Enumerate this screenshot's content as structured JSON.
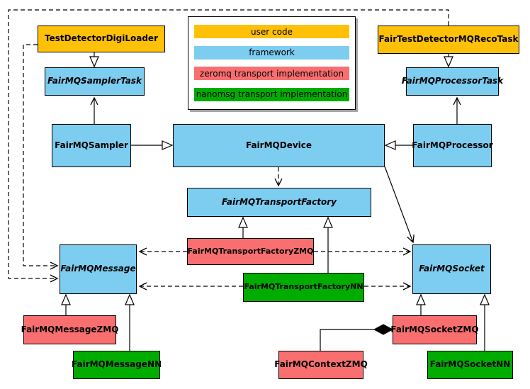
{
  "legend": {
    "items": [
      {
        "label": "user code",
        "color": "#FFC107",
        "category": "user-code"
      },
      {
        "label": "framework",
        "color": "#7DCDF1",
        "category": "framework"
      },
      {
        "label": "zeromq transport implementation",
        "color": "#F96F6F",
        "category": "zeromq"
      },
      {
        "label": "nanomsg transport implementation",
        "color": "#00AC00",
        "category": "nanomsg"
      }
    ]
  },
  "nodes": {
    "digiloader": {
      "label": "TestDetectorDigiLoader",
      "category": "user-code",
      "abstract": false
    },
    "recotask": {
      "label": "FairTestDetectorMQRecoTask",
      "category": "user-code",
      "abstract": false
    },
    "samplertask": {
      "label": "FairMQSamplerTask",
      "category": "framework",
      "abstract": true
    },
    "processortask": {
      "label": "FairMQProcessorTask",
      "category": "framework",
      "abstract": true
    },
    "sampler": {
      "label": "FairMQSampler",
      "category": "framework",
      "abstract": false
    },
    "device": {
      "label": "FairMQDevice",
      "category": "framework",
      "abstract": false
    },
    "processor": {
      "label": "FairMQProcessor",
      "category": "framework",
      "abstract": false
    },
    "transportfactory": {
      "label": "FairMQTransportFactory",
      "category": "framework",
      "abstract": true
    },
    "transportfactoryzmq": {
      "label": "FairMQTransportFactoryZMQ",
      "category": "zeromq",
      "abstract": false
    },
    "transportfactorynn": {
      "label": "FairMQTransportFactoryNN",
      "category": "nanomsg",
      "abstract": false
    },
    "message": {
      "label": "FairMQMessage",
      "category": "framework",
      "abstract": true
    },
    "socket": {
      "label": "FairMQSocket",
      "category": "framework",
      "abstract": true
    },
    "messagezmq": {
      "label": "FairMQMessageZMQ",
      "category": "zeromq",
      "abstract": false
    },
    "messagenn": {
      "label": "FairMQMessageNN",
      "category": "nanomsg",
      "abstract": false
    },
    "socketzmq": {
      "label": "FairMQSocketZMQ",
      "category": "zeromq",
      "abstract": false
    },
    "socketnn": {
      "label": "FairMQSocketNN",
      "category": "nanomsg",
      "abstract": false
    },
    "contextzmq": {
      "label": "FairMQContextZMQ",
      "category": "zeromq",
      "abstract": false
    }
  },
  "relations": [
    {
      "from": "TestDetectorDigiLoader",
      "to": "FairMQSamplerTask",
      "type": "inheritance"
    },
    {
      "from": "FairTestDetectorMQRecoTask",
      "to": "FairMQProcessorTask",
      "type": "inheritance"
    },
    {
      "from": "FairMQSampler",
      "to": "FairMQSamplerTask",
      "type": "association"
    },
    {
      "from": "FairMQProcessor",
      "to": "FairMQProcessorTask",
      "type": "association"
    },
    {
      "from": "FairMQSampler",
      "to": "FairMQDevice",
      "type": "inheritance"
    },
    {
      "from": "FairMQProcessor",
      "to": "FairMQDevice",
      "type": "inheritance"
    },
    {
      "from": "FairMQDevice",
      "to": "FairMQTransportFactory",
      "type": "dashed-dependency"
    },
    {
      "from": "FairMQDevice",
      "to": "FairMQSocket",
      "type": "association"
    },
    {
      "from": "FairMQTransportFactoryZMQ",
      "to": "FairMQTransportFactory",
      "type": "inheritance"
    },
    {
      "from": "FairMQTransportFactoryNN",
      "to": "FairMQTransportFactory",
      "type": "inheritance"
    },
    {
      "from": "FairMQTransportFactoryZMQ",
      "to": "FairMQMessage",
      "type": "dashed-dependency"
    },
    {
      "from": "FairMQTransportFactoryZMQ",
      "to": "FairMQSocket",
      "type": "dashed-dependency"
    },
    {
      "from": "FairMQTransportFactoryNN",
      "to": "FairMQMessage",
      "type": "dashed-dependency"
    },
    {
      "from": "FairMQTransportFactoryNN",
      "to": "FairMQSocket",
      "type": "dashed-dependency"
    },
    {
      "from": "TestDetectorDigiLoader",
      "to": "FairMQMessage",
      "type": "dashed-dependency"
    },
    {
      "from": "FairTestDetectorMQRecoTask",
      "to": "FairMQMessage",
      "type": "dashed-dependency"
    },
    {
      "from": "FairMQMessageZMQ",
      "to": "FairMQMessage",
      "type": "inheritance"
    },
    {
      "from": "FairMQMessageNN",
      "to": "FairMQMessage",
      "type": "inheritance"
    },
    {
      "from": "FairMQSocketZMQ",
      "to": "FairMQSocket",
      "type": "inheritance"
    },
    {
      "from": "FairMQSocketNN",
      "to": "FairMQSocket",
      "type": "inheritance"
    },
    {
      "from": "FairMQContextZMQ",
      "to": "FairMQSocketZMQ",
      "type": "composition"
    }
  ]
}
